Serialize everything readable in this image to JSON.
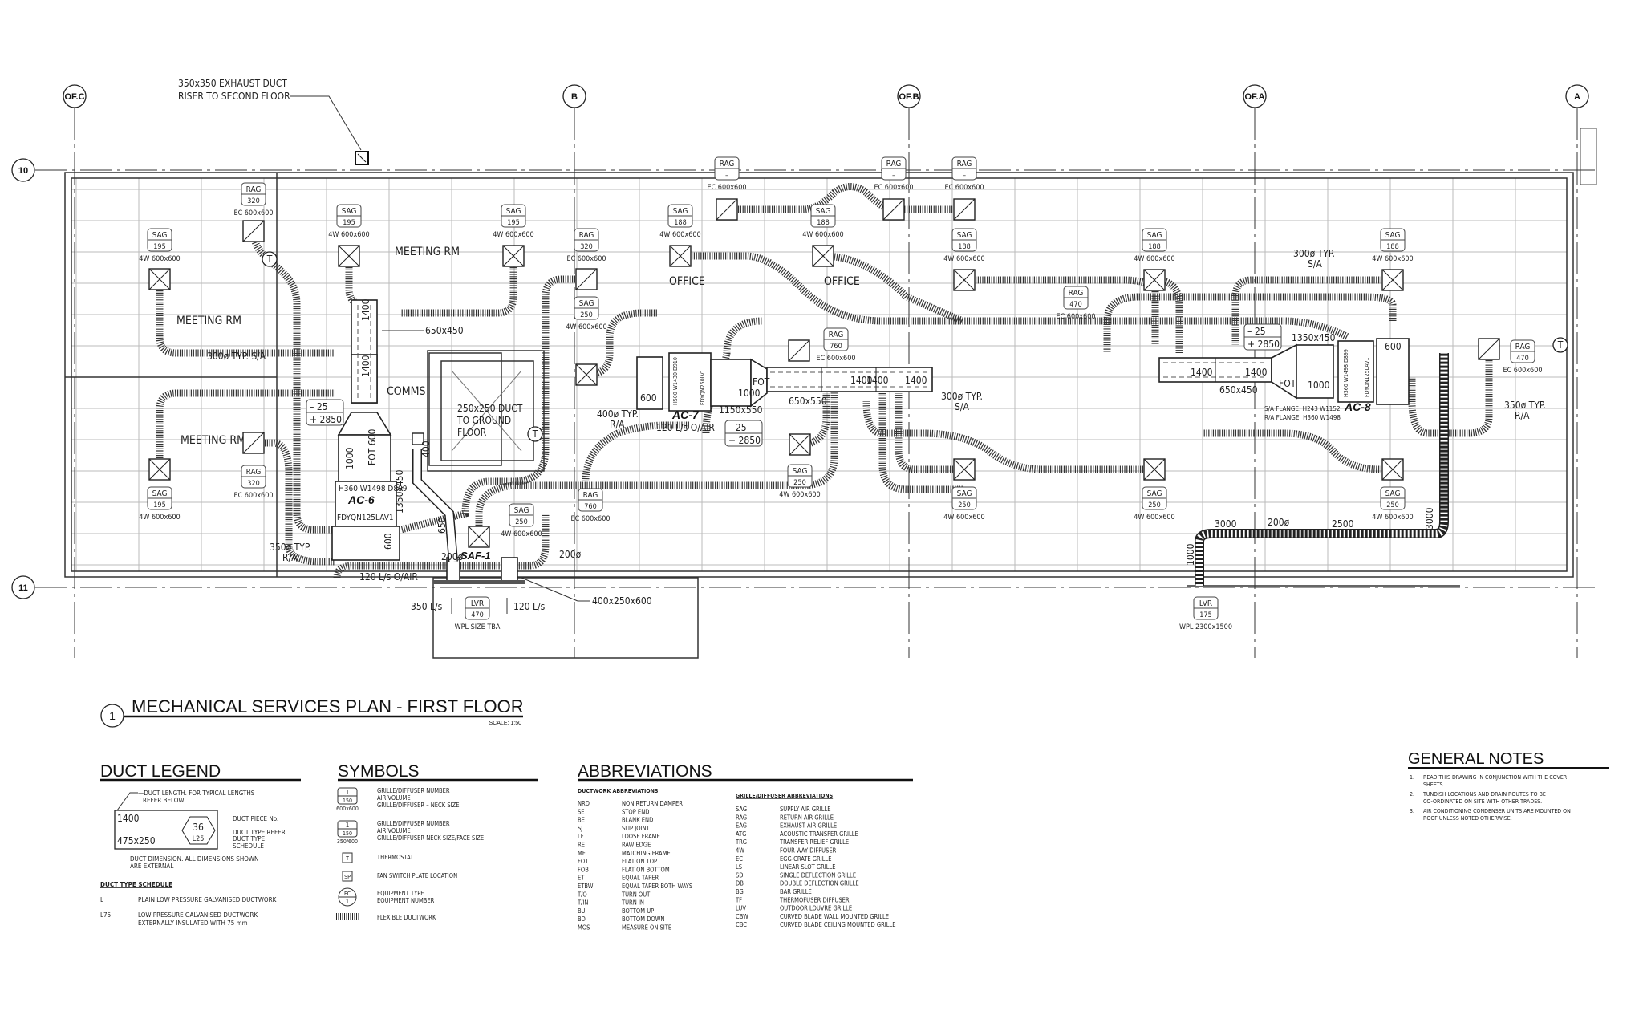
{
  "plan": {
    "title_number": "1",
    "title": "MECHANICAL SERVICES PLAN - FIRST FLOOR",
    "scale": "SCALE: 1:50",
    "gridlines": {
      "columns": [
        "OF.C",
        "B",
        "OF.B",
        "OF.A",
        "A"
      ],
      "rows": [
        "10",
        "11"
      ]
    },
    "rooms": [
      "MEETING RM",
      "MEETING RM",
      "MEETING RM",
      "COMMS",
      "OFFICE",
      "OFFICE"
    ],
    "grilles": [
      {
        "type": "RAG",
        "volume": "320",
        "size": "EC 600x600"
      },
      {
        "type": "SAG",
        "volume": "195",
        "size": "4W 600x600"
      },
      {
        "type": "SAG",
        "volume": "195",
        "size": "4W 600x600"
      },
      {
        "type": "SAG",
        "volume": "195",
        "size": "4W 600x600"
      },
      {
        "type": "RAG",
        "volume": "320",
        "size": "EC 600x600"
      },
      {
        "type": "SAG",
        "volume": "250",
        "size": "4W 600x600"
      },
      {
        "type": "RAG",
        "volume": "–",
        "size": "EC 600x600"
      },
      {
        "type": "SAG",
        "volume": "188",
        "size": "4W 600x600"
      },
      {
        "type": "SAG",
        "volume": "188",
        "size": "4W 600x600"
      },
      {
        "type": "RAG",
        "volume": "–",
        "size": "EC 600x600"
      },
      {
        "type": "RAG",
        "volume": "–",
        "size": "EC 600x600"
      },
      {
        "type": "SAG",
        "volume": "188",
        "size": "4W 600x600"
      },
      {
        "type": "RAG",
        "volume": "470",
        "size": "EC 600x600"
      },
      {
        "type": "SAG",
        "volume": "188",
        "size": "4W 600x600"
      },
      {
        "type": "SAG",
        "volume": "188",
        "size": "4W 600x600"
      },
      {
        "type": "RAG",
        "volume": "760",
        "size": "EC 600x600"
      },
      {
        "type": "RAG",
        "volume": "470",
        "size": "EC 600x600"
      },
      {
        "type": "SAG",
        "volume": "195",
        "size": "4W 600x600"
      },
      {
        "type": "RAG",
        "volume": "320",
        "size": "EC 600x600"
      },
      {
        "type": "SAG",
        "volume": "250",
        "size": "4W 600x600"
      },
      {
        "type": "RAG",
        "volume": "760",
        "size": "EC 600x600"
      },
      {
        "type": "SAG",
        "volume": "250",
        "size": "4W 600x600"
      },
      {
        "type": "SAG",
        "volume": "250",
        "size": "4W 600x600"
      },
      {
        "type": "SAG",
        "volume": "250",
        "size": "4W 600x600"
      },
      {
        "type": "SAG",
        "volume": "250",
        "size": "4W 600x600"
      },
      {
        "type": "LVR",
        "volume": "470",
        "size": "WPL SIZE TBA"
      },
      {
        "type": "LVR",
        "volume": "175",
        "size": "WPL 2300x1500"
      }
    ],
    "equipment": {
      "ac6": {
        "name": "AC-6",
        "dims": "H360 W1498 D899",
        "model": "FDYQN125LAV1"
      },
      "ac7": {
        "name": "AC-7",
        "dims": "H500 W1430 D910",
        "model": "FDYQN250LV1"
      },
      "ac8": {
        "name": "AC-8",
        "dims": "H360 W1498 D899",
        "model": "FDYQN125LAV1",
        "sa_flange": "S/A FLANGE: H243 W1152",
        "ra_flange": "R/A FLANGE: H360 W1498"
      },
      "saf1": {
        "name": "SAF-1"
      }
    },
    "annotations": {
      "exhaust_riser": [
        "350x350 EXHAUST DUCT",
        "RISER TO SECOND FLOOR"
      ],
      "duct_650x450": "650x450",
      "duct_to_ground": [
        "250x250 DUCT",
        "TO GROUND",
        "FLOOR"
      ],
      "sa_300_left": [
        "300ø TYP. S/A"
      ],
      "sa_300_mid": [
        "300ø TYP.",
        "S/A"
      ],
      "sa_300_right": [
        "300ø TYP.",
        "S/A"
      ],
      "ra_400": [
        "400ø TYP.",
        "R/A"
      ],
      "ra_350_right": [
        "350ø TYP.",
        "R/A"
      ],
      "ra_350_left": [
        "350ø TYP.",
        "R/A"
      ],
      "oair_ac7": "120 L/s O/AIR",
      "oair_ac6": "120 L/s O/AIR",
      "duct_1150x550": "1150x550",
      "duct_650x550": "650x550",
      "duct_1350x450": "1350x450",
      "duct_650x450_r": "650x450",
      "fan_box": "400x250x600",
      "flow_350": "350 L/s",
      "flow_120": "120 L/s",
      "level_tags": [
        [
          "– 25",
          "+ 2850"
        ],
        [
          "– 25",
          "+ 2850"
        ],
        [
          "– 25",
          "+ 2850"
        ]
      ],
      "lengths": [
        "1400",
        "1400",
        "1400",
        "1400",
        "1400",
        "1400",
        "1400",
        "1000",
        "1000",
        "1000",
        "600",
        "600",
        "600",
        "FOT",
        "FOT",
        "FOT 600",
        "1350x450",
        "400",
        "650",
        "3000",
        "2500",
        "3000",
        "1000"
      ],
      "dia_200": [
        "200ø",
        "200ø",
        "200ø"
      ],
      "thermostat": "T"
    }
  },
  "duct_legend": {
    "heading": "DUCT LEGEND",
    "length_note": [
      "—DUCT LENGTH.  FOR TYPICAL LENGTHS",
      "REFER BELOW"
    ],
    "sample_length": "1400",
    "sample_size": "475x250",
    "piece_no": "36",
    "duct_type": "L25",
    "piece_label": "DUCT PIECE No.",
    "type_label": [
      "DUCT TYPE  REFER",
      "DUCT TYPE",
      "SCHEDULE"
    ],
    "dim_note": [
      "DUCT DIMENSION. ALL DIMENSIONS SHOWN",
      "ARE EXTERNAL"
    ],
    "schedule_heading": "DUCT TYPE SCHEDULE",
    "schedule": [
      {
        "code": "L",
        "desc": [
          "PLAIN LOW PRESSURE GALVANISED DUCTWORK"
        ]
      },
      {
        "code": "L75",
        "desc": [
          "LOW PRESSURE GALVANISED DUCTWORK",
          "EXTERNALLY INSULATED WITH 75 mm"
        ]
      }
    ]
  },
  "symbols": {
    "heading": "SYMBOLS",
    "items": [
      {
        "sym_top": "1",
        "sym_bot": "150",
        "sym_sub": "600x600",
        "desc": [
          "GRILLE/DIFFUSER NUMBER",
          "AIR VOLUME",
          "GRILLE/DIFFUSER – NECK SIZE"
        ]
      },
      {
        "sym_top": "1",
        "sym_bot": "150",
        "sym_sub": "350/600",
        "desc": [
          "GRILLE/DIFFUSER NUMBER",
          "AIR VOLUME",
          "GRILLE/DIFFUSER NECK SIZE/FACE SIZE"
        ]
      },
      {
        "sym_top": "T",
        "desc": [
          "THERMOSTAT"
        ]
      },
      {
        "sym_top": "SP",
        "desc": [
          "FAN SWITCH PLATE LOCATION"
        ]
      },
      {
        "sym_top": "FC",
        "sym_bot": "1",
        "desc": [
          "EQUIPMENT TYPE",
          "EQUIPMENT NUMBER"
        ]
      },
      {
        "sym_top": "",
        "desc": [
          "FLEXIBLE DUCTWORK"
        ]
      }
    ]
  },
  "abbreviations": {
    "heading": "ABBREVIATIONS",
    "ductwork_heading": "DUCTWORK ABBREVIATIONS",
    "ductwork": [
      [
        "NRD",
        "NON RETURN DAMPER"
      ],
      [
        "SE",
        "STOP END"
      ],
      [
        "BE",
        "BLANK END"
      ],
      [
        "SJ",
        "SLIP JOINT"
      ],
      [
        "LF",
        "LOOSE FRAME"
      ],
      [
        "RE",
        "RAW EDGE"
      ],
      [
        "MF",
        "MATCHING FRAME"
      ],
      [
        "FOT",
        "FLAT ON TOP"
      ],
      [
        "FOB",
        "FLAT ON BOTTOM"
      ],
      [
        "ET",
        "EQUAL TAPER"
      ],
      [
        "ETBW",
        "EQUAL TAPER BOTH WAYS"
      ],
      [
        "T/O",
        "TURN OUT"
      ],
      [
        "T/IN",
        "TURN IN"
      ],
      [
        "BU",
        "BOTTOM UP"
      ],
      [
        "BD",
        "BOTTOM DOWN"
      ],
      [
        "MOS",
        "MEASURE ON SITE"
      ]
    ],
    "grille_heading": "GRILLE/DIFFUSER ABBREVIATIONS",
    "grille": [
      [
        "SAG",
        "SUPPLY AIR GRILLE"
      ],
      [
        "RAG",
        "RETURN AIR GRILLE"
      ],
      [
        "EAG",
        "EXHAUST AIR GRILLE"
      ],
      [
        "ATG",
        "ACOUSTIC TRANSFER GRILLE"
      ],
      [
        "TRG",
        "TRANSFER RELIEF GRILLE"
      ],
      [
        "4W",
        "FOUR-WAY DIFFUSER"
      ],
      [
        "EC",
        "EGG-CRATE GRILLE"
      ],
      [
        "LS",
        "LINEAR SLOT GRILLE"
      ],
      [
        "SD",
        "SINGLE DEFLECTION GRILLE"
      ],
      [
        "DB",
        "DOUBLE DEFLECTION GRILLE"
      ],
      [
        "BG",
        "BAR GRILLE"
      ],
      [
        "TF",
        "THERMOFUSER DIFFUSER"
      ],
      [
        "LUV",
        "OUTDOOR LOUVRE GRILLE"
      ],
      [
        "CBW",
        "CURVED BLADE WALL MOUNTED GRILLE"
      ],
      [
        "CBC",
        "CURVED BLADE CEILING MOUNTED GRILLE"
      ]
    ]
  },
  "general_notes": {
    "heading": "GENERAL NOTES",
    "items": [
      {
        "num": "1.",
        "lines": [
          "READ THIS DRAWING IN CONJUNCTION WITH THE COVER",
          "SHEETS."
        ]
      },
      {
        "num": "2.",
        "lines": [
          "TUNDISH LOCATIONS AND DRAIN ROUTES TO BE",
          "CO-ORDINATED ON SITE WITH OTHER TRADES."
        ]
      },
      {
        "num": "3.",
        "lines": [
          "AIR CONDITIONING CONDENSER UNITS ARE MOUNTED ON",
          "ROOF UNLESS NOTED OTHERWISE."
        ]
      }
    ]
  }
}
